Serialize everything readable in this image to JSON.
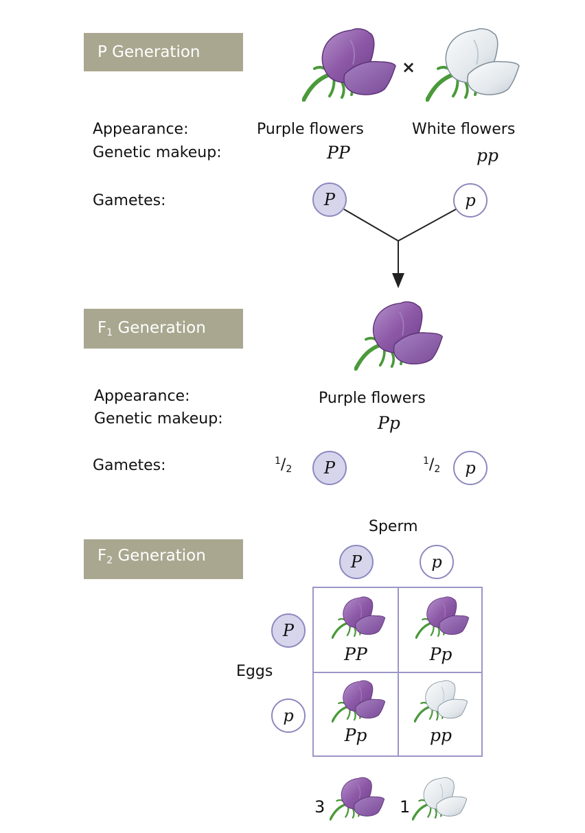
{
  "colors": {
    "banner_bg": "#a9a78f",
    "banner_text": "#ffffff",
    "dominant_gamete_fill": "#d6d5ec",
    "gamete_border": "#8c88bf",
    "grid_border": "#9a96c6",
    "purple_flower": "#8e5aa8",
    "white_flower": "#e3e8ec",
    "stem_green": "#4a9a3a"
  },
  "p_generation": {
    "banner": "P Generation",
    "cross_symbol": "×",
    "parents": [
      {
        "flower": "purple-flower",
        "appearance": "Purple flowers",
        "genotype": "PP",
        "gamete": "P",
        "gamete_type": "dominant"
      },
      {
        "flower": "white-flower",
        "appearance": "White flowers",
        "genotype": "pp",
        "gamete": "p",
        "gamete_type": "recessive"
      }
    ],
    "labels": {
      "appearance": "Appearance:",
      "genetic_makeup": "Genetic makeup:",
      "gametes": "Gametes:"
    }
  },
  "f1_generation": {
    "banner_prefix": "F",
    "banner_sub": "1",
    "banner_suffix": " Generation",
    "appearance": "Purple flowers",
    "genotype": "Pp",
    "labels": {
      "appearance": "Appearance:",
      "genetic_makeup": "Genetic makeup:",
      "gametes": "Gametes:"
    },
    "gametes": [
      {
        "fraction_num": "1",
        "fraction_den": "2",
        "allele": "P",
        "type": "dominant"
      },
      {
        "fraction_num": "1",
        "fraction_den": "2",
        "allele": "p",
        "type": "recessive"
      }
    ]
  },
  "f2_generation": {
    "banner_prefix": "F",
    "banner_sub": "2",
    "banner_suffix": " Generation",
    "sperm_label": "Sperm",
    "eggs_label": "Eggs",
    "sperm": [
      "P",
      "p"
    ],
    "eggs": [
      "P",
      "p"
    ],
    "punnett": [
      [
        {
          "genotype": "PP",
          "phenotype": "purple"
        },
        {
          "genotype": "Pp",
          "phenotype": "purple"
        }
      ],
      [
        {
          "genotype": "Pp",
          "phenotype": "purple"
        },
        {
          "genotype": "pp",
          "phenotype": "white"
        }
      ]
    ],
    "ratio": [
      {
        "count": "3",
        "phenotype": "purple"
      },
      {
        "count": "1",
        "phenotype": "white"
      }
    ]
  }
}
